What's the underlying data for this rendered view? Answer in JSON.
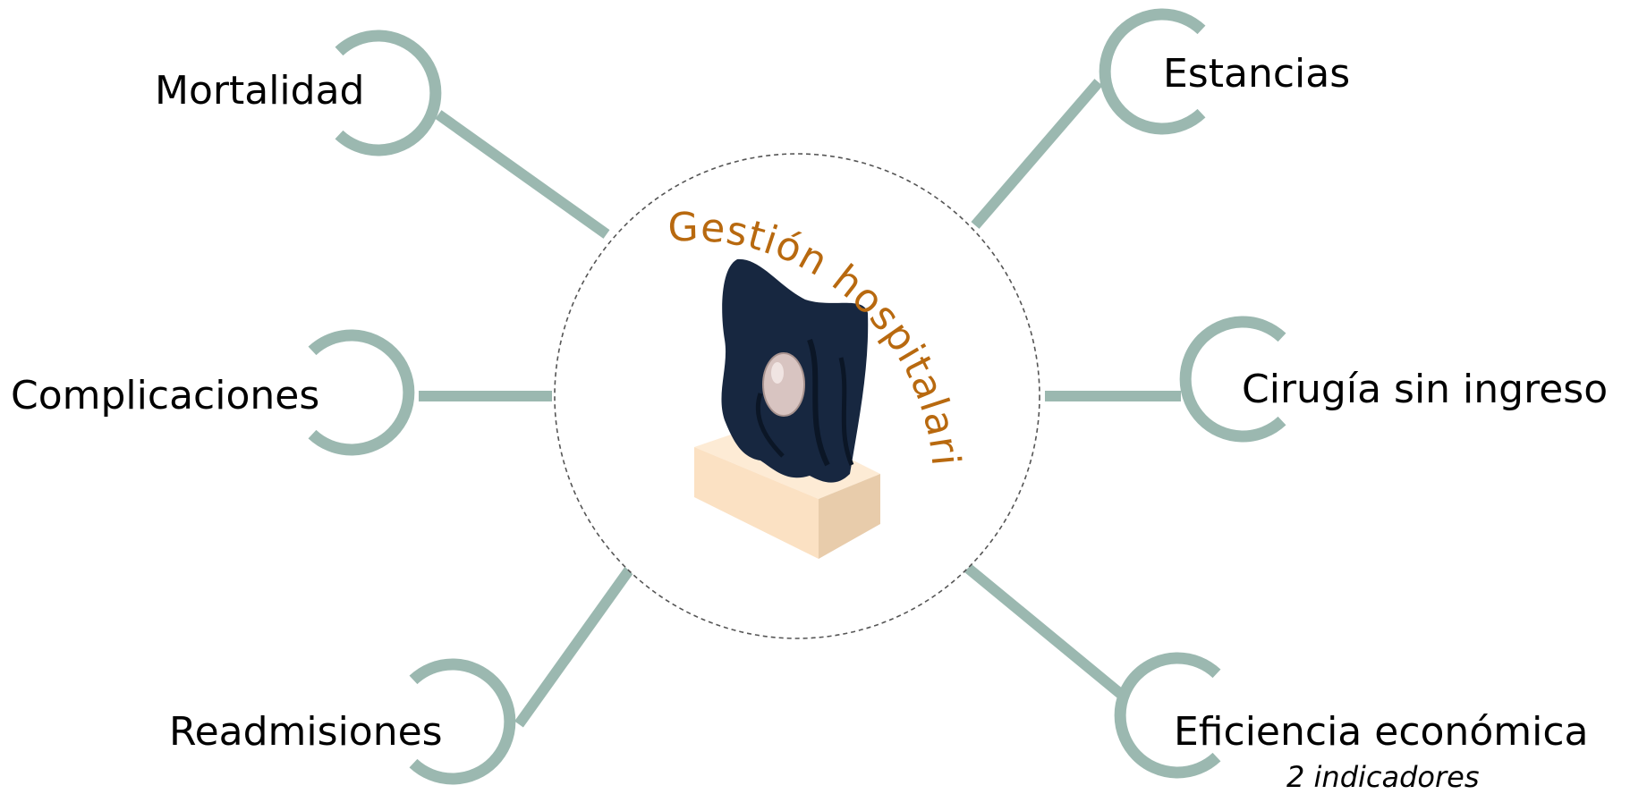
{
  "center": {
    "title": "Gestión hospitalaria global",
    "icon": "sculpture-award-icon"
  },
  "nodes": [
    {
      "label": "Mortalidad"
    },
    {
      "label": "Complicaciones"
    },
    {
      "label": "Readmisiones"
    },
    {
      "label": "Estancias"
    },
    {
      "label": "Cirugía sin ingreso"
    },
    {
      "label": "Eficiencia económica",
      "sublabel": "2 indicadores"
    }
  ],
  "colors": {
    "connector": "#9bb8b0",
    "hub_title": "#b8690f",
    "hub_border": "#555555",
    "text": "#000000",
    "sculpture": "#172740",
    "pedestal": "#fbe1c3",
    "egg": "#d8c4c1"
  }
}
